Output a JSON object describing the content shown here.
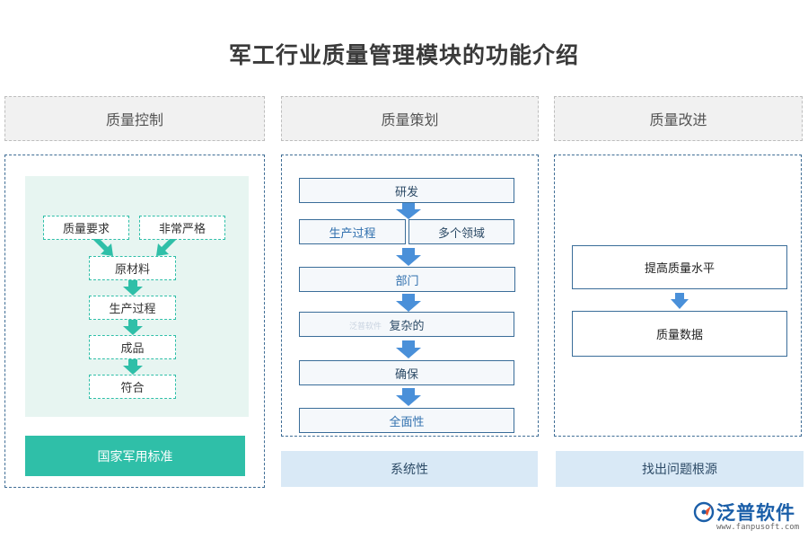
{
  "title": "军工行业质量管理模块的功能介绍",
  "columns": [
    {
      "header": "质量控制",
      "top_nodes": [
        "质量要求",
        "非常严格"
      ],
      "flow": [
        "原材料",
        "生产过程",
        "成品",
        "符合"
      ],
      "footer": "国家军用标准"
    },
    {
      "header": "质量策划",
      "flow": [
        "研发",
        "生产过程",
        "多个领域",
        "部门",
        "复杂的",
        "确保",
        "全面性"
      ],
      "footer": "系统性"
    },
    {
      "header": "质量改进",
      "flow": [
        "提高质量水平",
        "质量数据"
      ],
      "footer": "找出问题根源"
    }
  ],
  "watermark": "泛普软件",
  "brand": {
    "name": "泛普软件",
    "url": "www.fanpusoft.com",
    "logo_icon": "fanpu-logo-icon"
  },
  "colors": {
    "green": "#2fbfa8",
    "blue_arrow": "#4a90d9",
    "navy_border": "#3a6d99",
    "footer_blue": "#d9e9f6"
  }
}
